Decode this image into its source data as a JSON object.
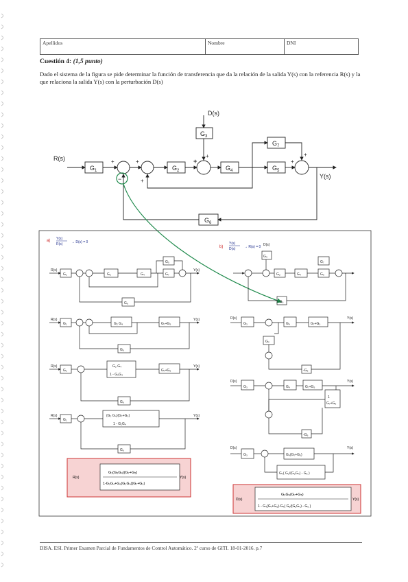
{
  "header": {
    "apellidos": "Apellidos",
    "nombre": "Nombre",
    "dni": "DNI"
  },
  "question": {
    "title": "Cuestión 4:",
    "points": "(1,5 punto)",
    "text": "Dado el sistema de la figura se pide determinar la función de transferencia que da la relación de la salida Y(s) con la referencia R(s) y la que relaciona la salida Y(s) con la perturbación D(s)"
  },
  "diagram": {
    "input": "R(s)",
    "output": "Y(s)",
    "disturbance": "D(s)",
    "blocks": [
      "G",
      "G",
      "G",
      "G",
      "G",
      "G",
      "G"
    ],
    "subs": [
      "1",
      "2",
      "3",
      "4",
      "5",
      "6",
      "7"
    ]
  },
  "solution": {
    "a_label": "a)",
    "a_cond": "D(s) = 0",
    "a_num": "Y(s)",
    "a_den": "R(s)",
    "b_label": "b)",
    "b_cond": "R(s) = 0",
    "b_num": "Y(s)",
    "b_den": "D(s)",
    "a_result_num": "G₁(G₂G₄)(G₇+G₅)",
    "a_result_den": "1-G₂G₄+G₆(G₂G₄)(G₇+G₅)",
    "b_result_num": "G₃G₄(G₇+G₅)",
    "b_result_den": "1 - G₄(G₇+G₅)·G₄( G₂/(G₂G₄) - G₆ )"
  },
  "footer": "DISA. ESI. Primer Examen Parcial de Fundamentos de Control Automático. 2º curso de GITI. 18-01-2016. p.7"
}
